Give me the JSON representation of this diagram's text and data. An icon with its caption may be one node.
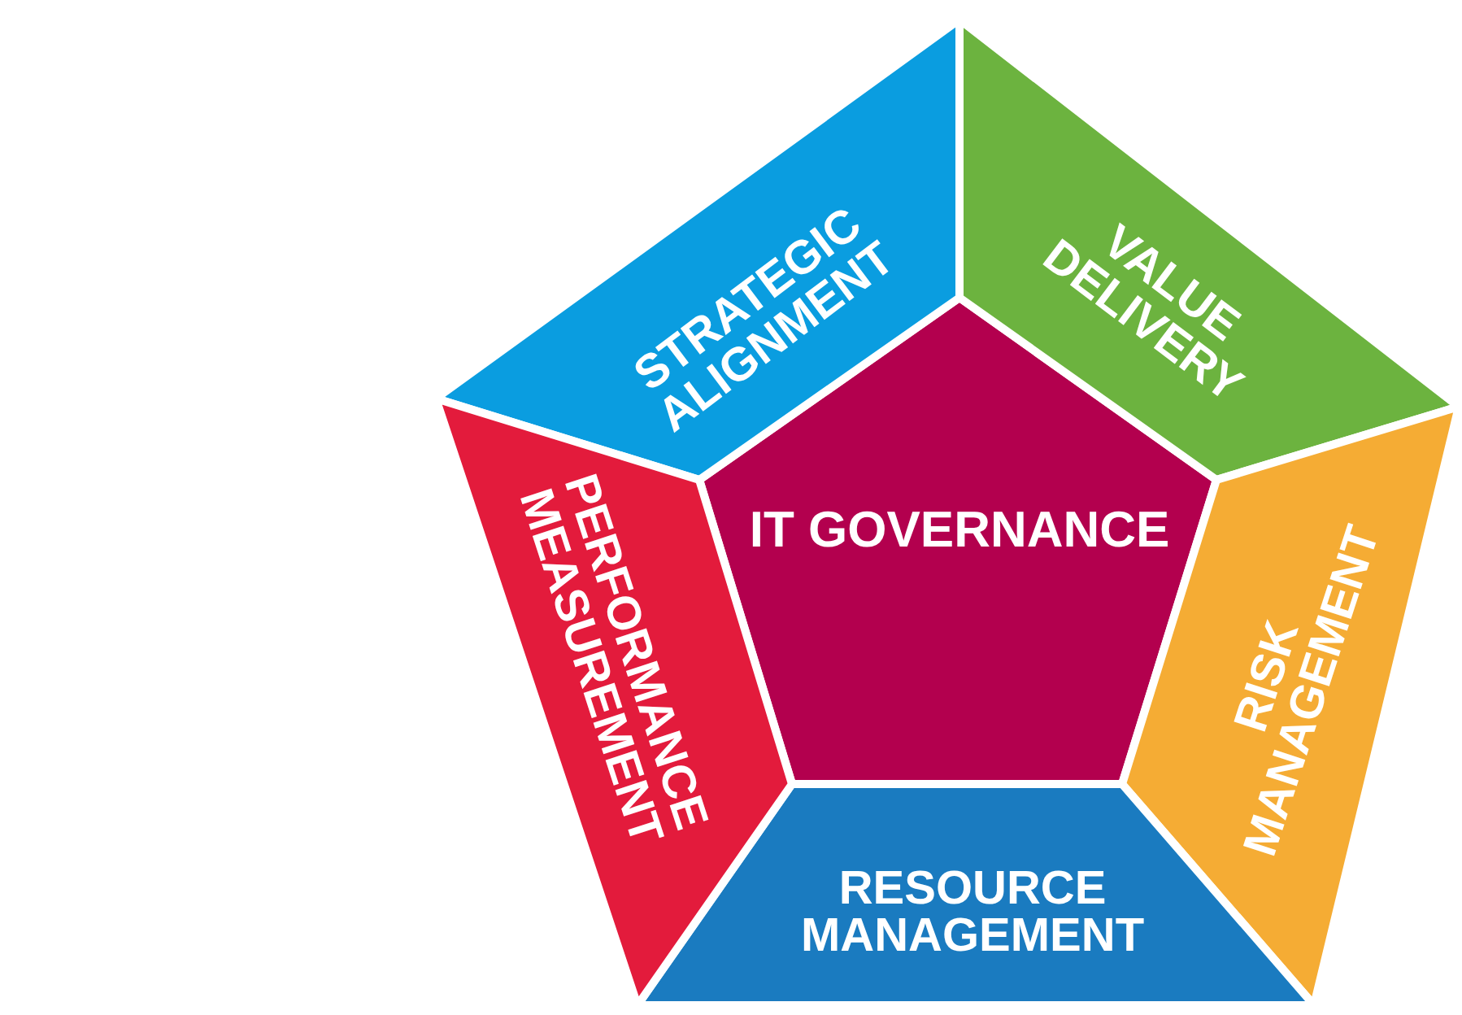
{
  "diagram": {
    "nodes": [
      {
        "text": [
          "IT GOVERNANCE"
        ]
      },
      {
        "text": [
          "STRATEGIC ALIGNMENT"
        ]
      },
      {
        "text": [
          "VALUE DELIVERY"
        ]
      },
      {
        "text": [
          "RISK MANAGEMENT"
        ]
      },
      {
        "text": [
          "RESOURCE MANAGEMENT"
        ]
      },
      {
        "text": [
          "PERFORMANCE MEASUREMENT"
        ]
      }
    ]
  }
}
